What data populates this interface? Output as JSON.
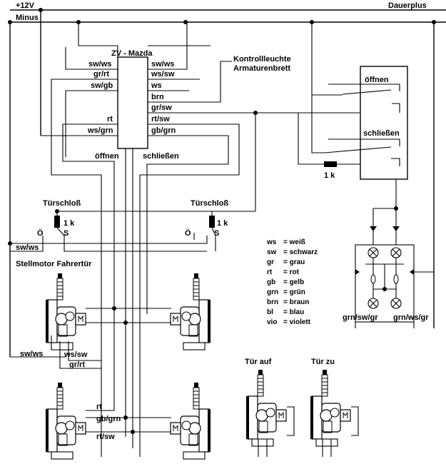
{
  "header": {
    "plus12v": "+12V",
    "minus": "Minus",
    "dauerplus": "Dauerplus"
  },
  "ecu": {
    "title": "ZV - Mazda",
    "left_pins": [
      "sw/ws",
      "gr/rt",
      "sw/gb",
      "rt",
      "ws/grn"
    ],
    "right_pins": [
      "sw/ws",
      "ws/sw",
      "ws",
      "brn",
      "gr/sw",
      "rt/sw",
      "gb/grn"
    ],
    "open_label": "öffnen",
    "close_label": "schließen"
  },
  "kontrollleuchte": {
    "line1": "Kontrollleuchte",
    "line2": "Armaturenbrett"
  },
  "switch_box": {
    "open": "öffnen",
    "close": "schließen",
    "resistor": "1 k"
  },
  "lock_left": {
    "title": "Türschloß",
    "resistor": "1 k",
    "o": "Ö",
    "s": "S"
  },
  "lock_right": {
    "title": "Türschloß",
    "resistor": "1 k",
    "o": "Ö",
    "s": "S"
  },
  "wire_labels": {
    "sw_ws_left": "sw/ws",
    "stellmotor": "Stellmotor Fahrertür",
    "sw_ws_bottom": "sw/ws",
    "ws_sw_bottom": "ws/sw",
    "gr_rt_bottom": "gr/rt",
    "rt": "rt",
    "gb_grn": "gb/grn",
    "rt_sw": "rt/sw"
  },
  "legend": [
    {
      "code": "ws",
      "meaning": "= weiß"
    },
    {
      "code": "sw",
      "meaning": "= schwarz"
    },
    {
      "code": "gr",
      "meaning": "= grau"
    },
    {
      "code": "rt",
      "meaning": "= rot"
    },
    {
      "code": "gb",
      "meaning": "= gelb"
    },
    {
      "code": "grn",
      "meaning": "= grün"
    },
    {
      "code": "brn",
      "meaning": "= braun"
    },
    {
      "code": "bl",
      "meaning": "= blau"
    },
    {
      "code": "vio",
      "meaning": "= violett"
    }
  ],
  "lamps": {
    "left": "grn/sw/gr",
    "right": "grn/ws/gr"
  },
  "door_states": {
    "open": "Tür auf",
    "closed": "Tür zu"
  },
  "motor_symbol": "M"
}
